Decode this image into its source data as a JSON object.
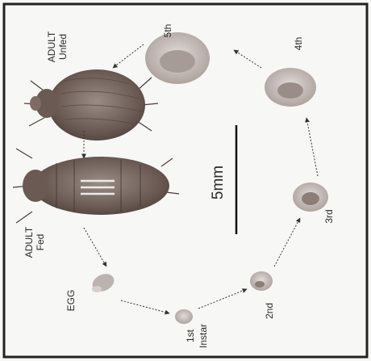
{
  "diagram": {
    "stages": {
      "adult_fed_1": "ADULT",
      "adult_fed_2": "Fed",
      "adult_unfed_1": "ADULT",
      "adult_unfed_2": "Unfed",
      "egg": "EGG",
      "instar1_a": "1st",
      "instar1_b": "Instar",
      "instar2": "2nd",
      "instar3": "3rd",
      "instar4": "4th",
      "instar5": "5th"
    },
    "scale_bar": "5mm"
  },
  "colors": {
    "frame": "#222222",
    "body_dark": "#6b5a54",
    "body_mid": "#8d7d77",
    "body_light": "#b9aeaa",
    "nymph": "#c9c1be"
  }
}
